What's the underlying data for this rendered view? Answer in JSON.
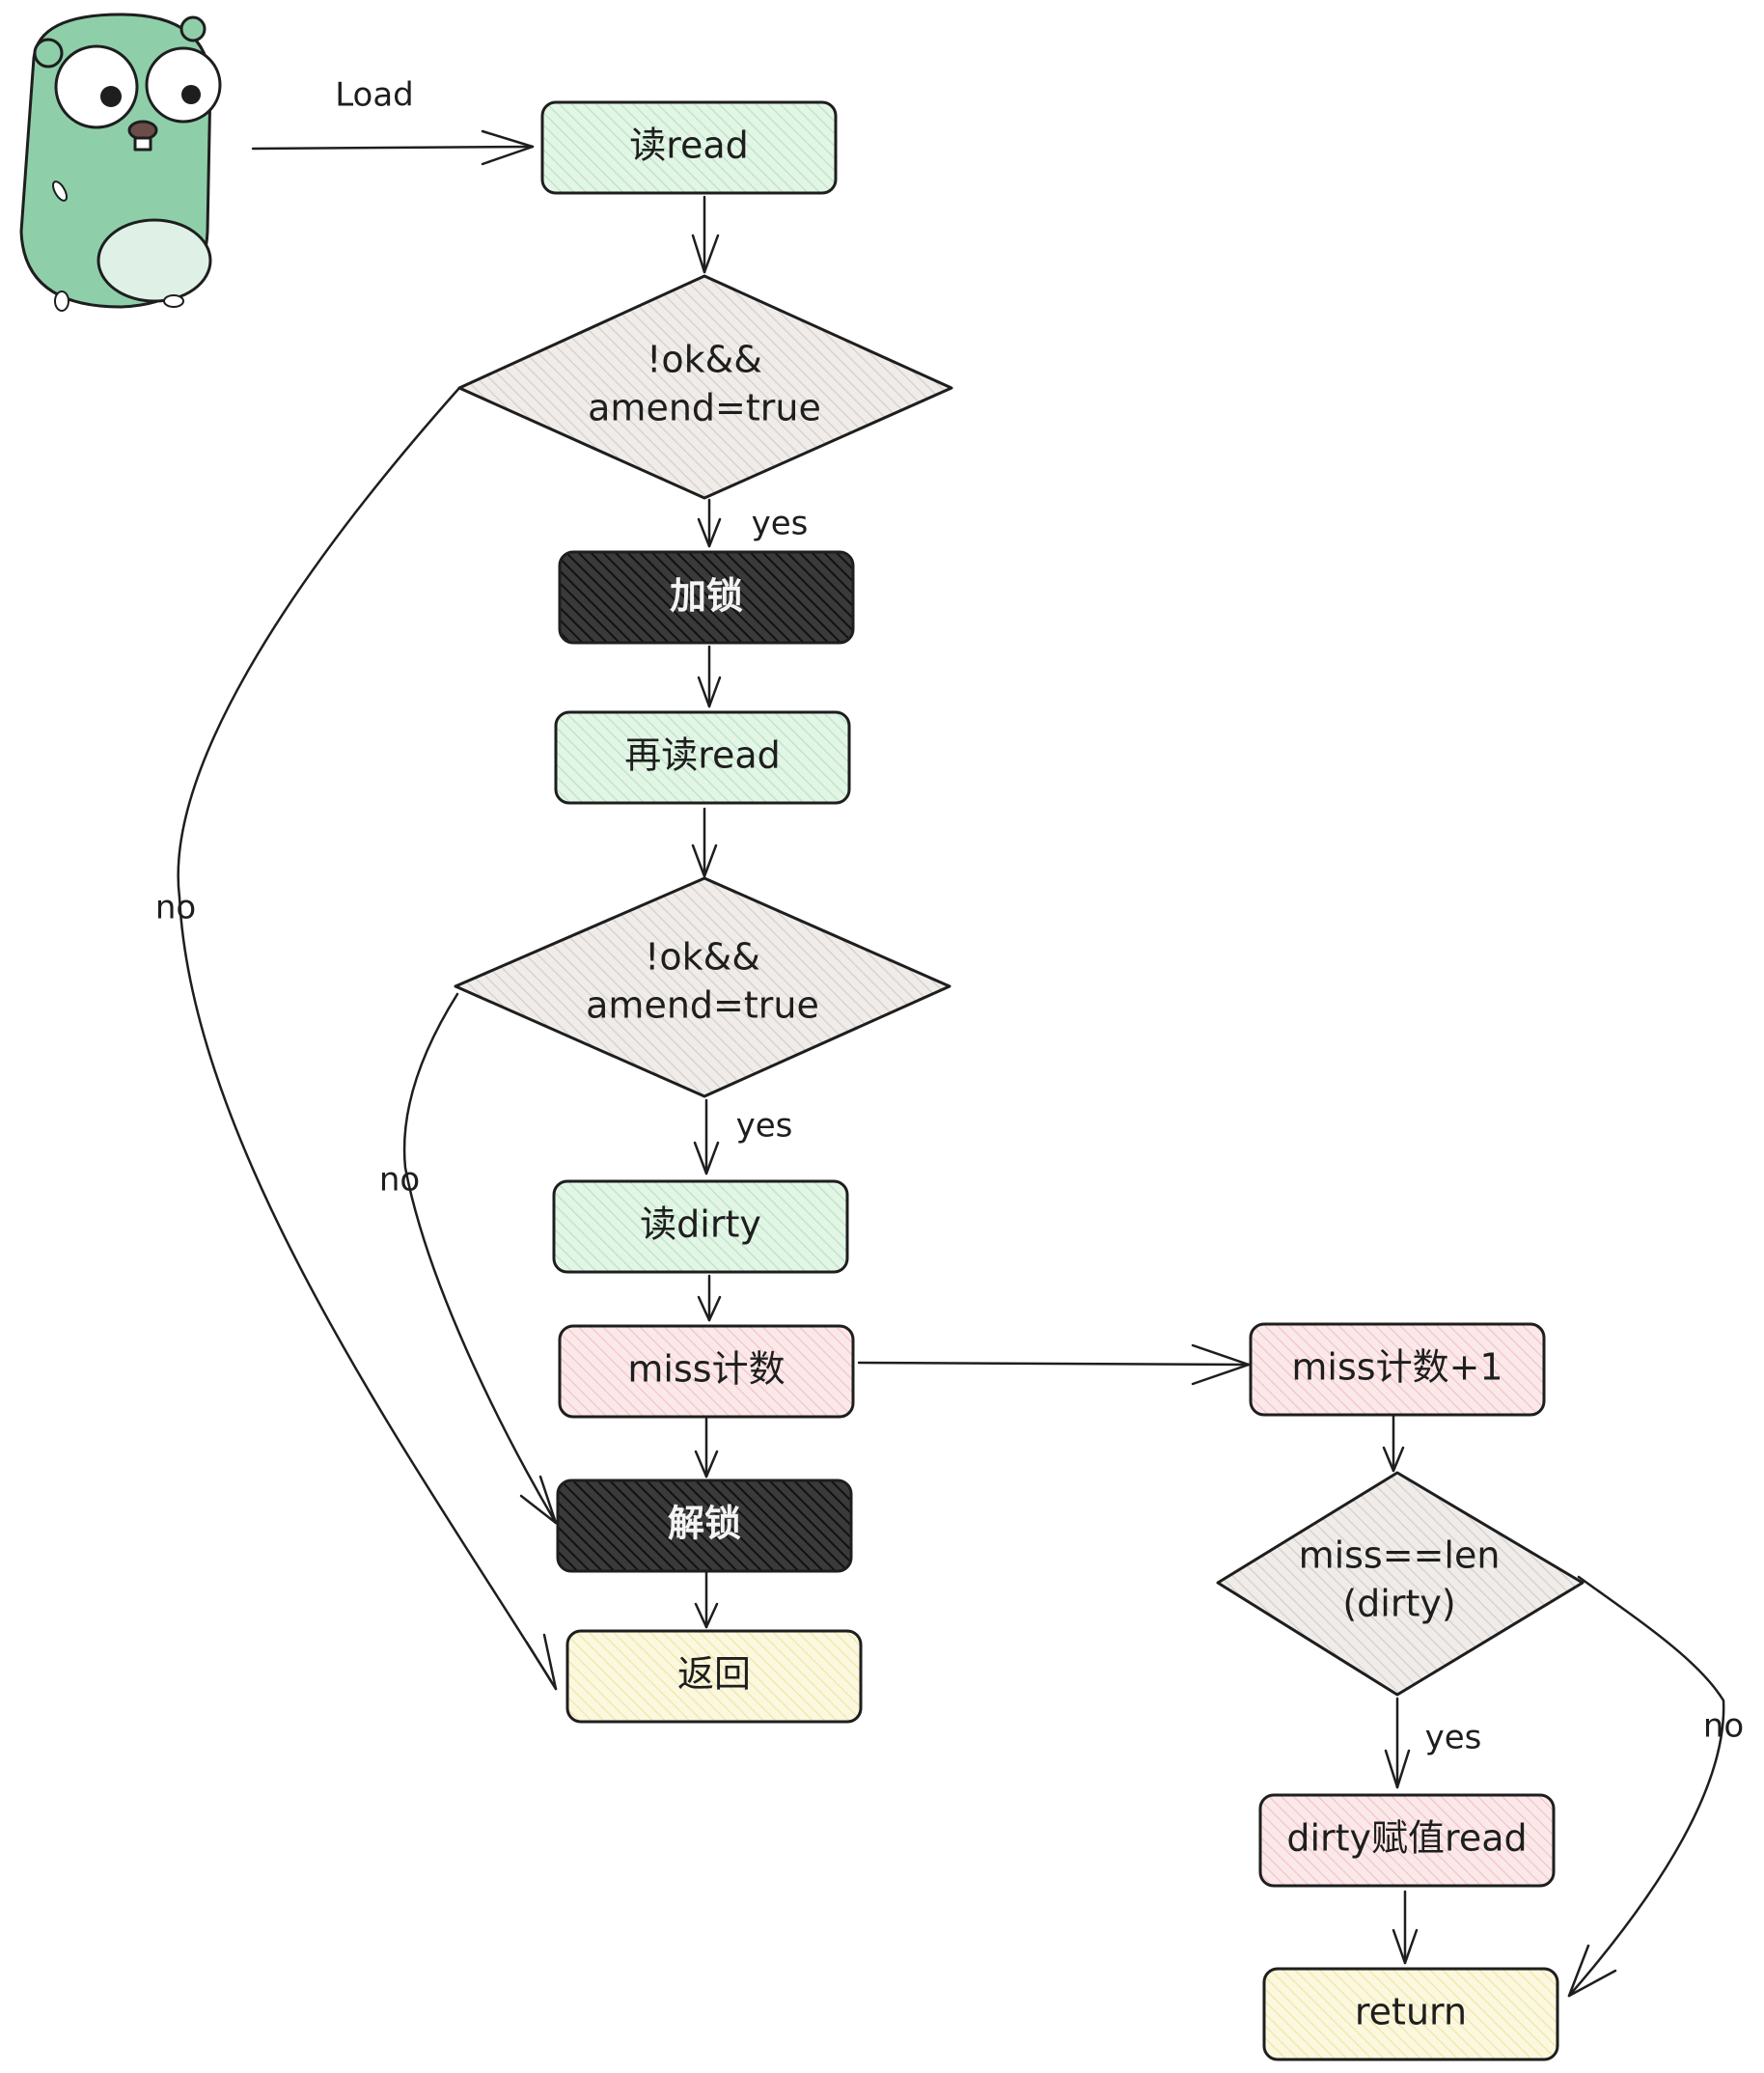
{
  "colors": {
    "green": "#e3f5e6",
    "green_hatch": "#b6e6bf",
    "gray": "#efece9",
    "gray_hatch": "#d6cfca",
    "dark": "#3a3a3a",
    "dark_hatch": "#111111",
    "pink": "#fbe9ea",
    "pink_hatch": "#f2c4c8",
    "yellow": "#fbf8df",
    "yellow_hatch": "#eee7a6",
    "gopher": "#8ecfa9",
    "gopher_belly": "#dff1e6",
    "stroke": "#1e1e1e"
  },
  "start": {
    "label": "Load",
    "icon": "gopher-icon"
  },
  "nodes": {
    "read": "读read",
    "check1": [
      "!ok&&",
      "amend=true"
    ],
    "lock": "加锁",
    "reread": "再读read",
    "check2": [
      "!ok&&",
      "amend=true"
    ],
    "read_dirty": "读dirty",
    "miss": "miss计数",
    "unlock": "解锁",
    "return_cn": "返回",
    "miss_inc": "miss计数+1",
    "check3": [
      "miss==len",
      "(dirty)"
    ],
    "assign": "dirty赋值read",
    "return_en": "return"
  },
  "edges": {
    "yes1": "yes",
    "no1": "no",
    "yes2": "yes",
    "no2": "no",
    "yes3": "yes",
    "no3": "no"
  }
}
